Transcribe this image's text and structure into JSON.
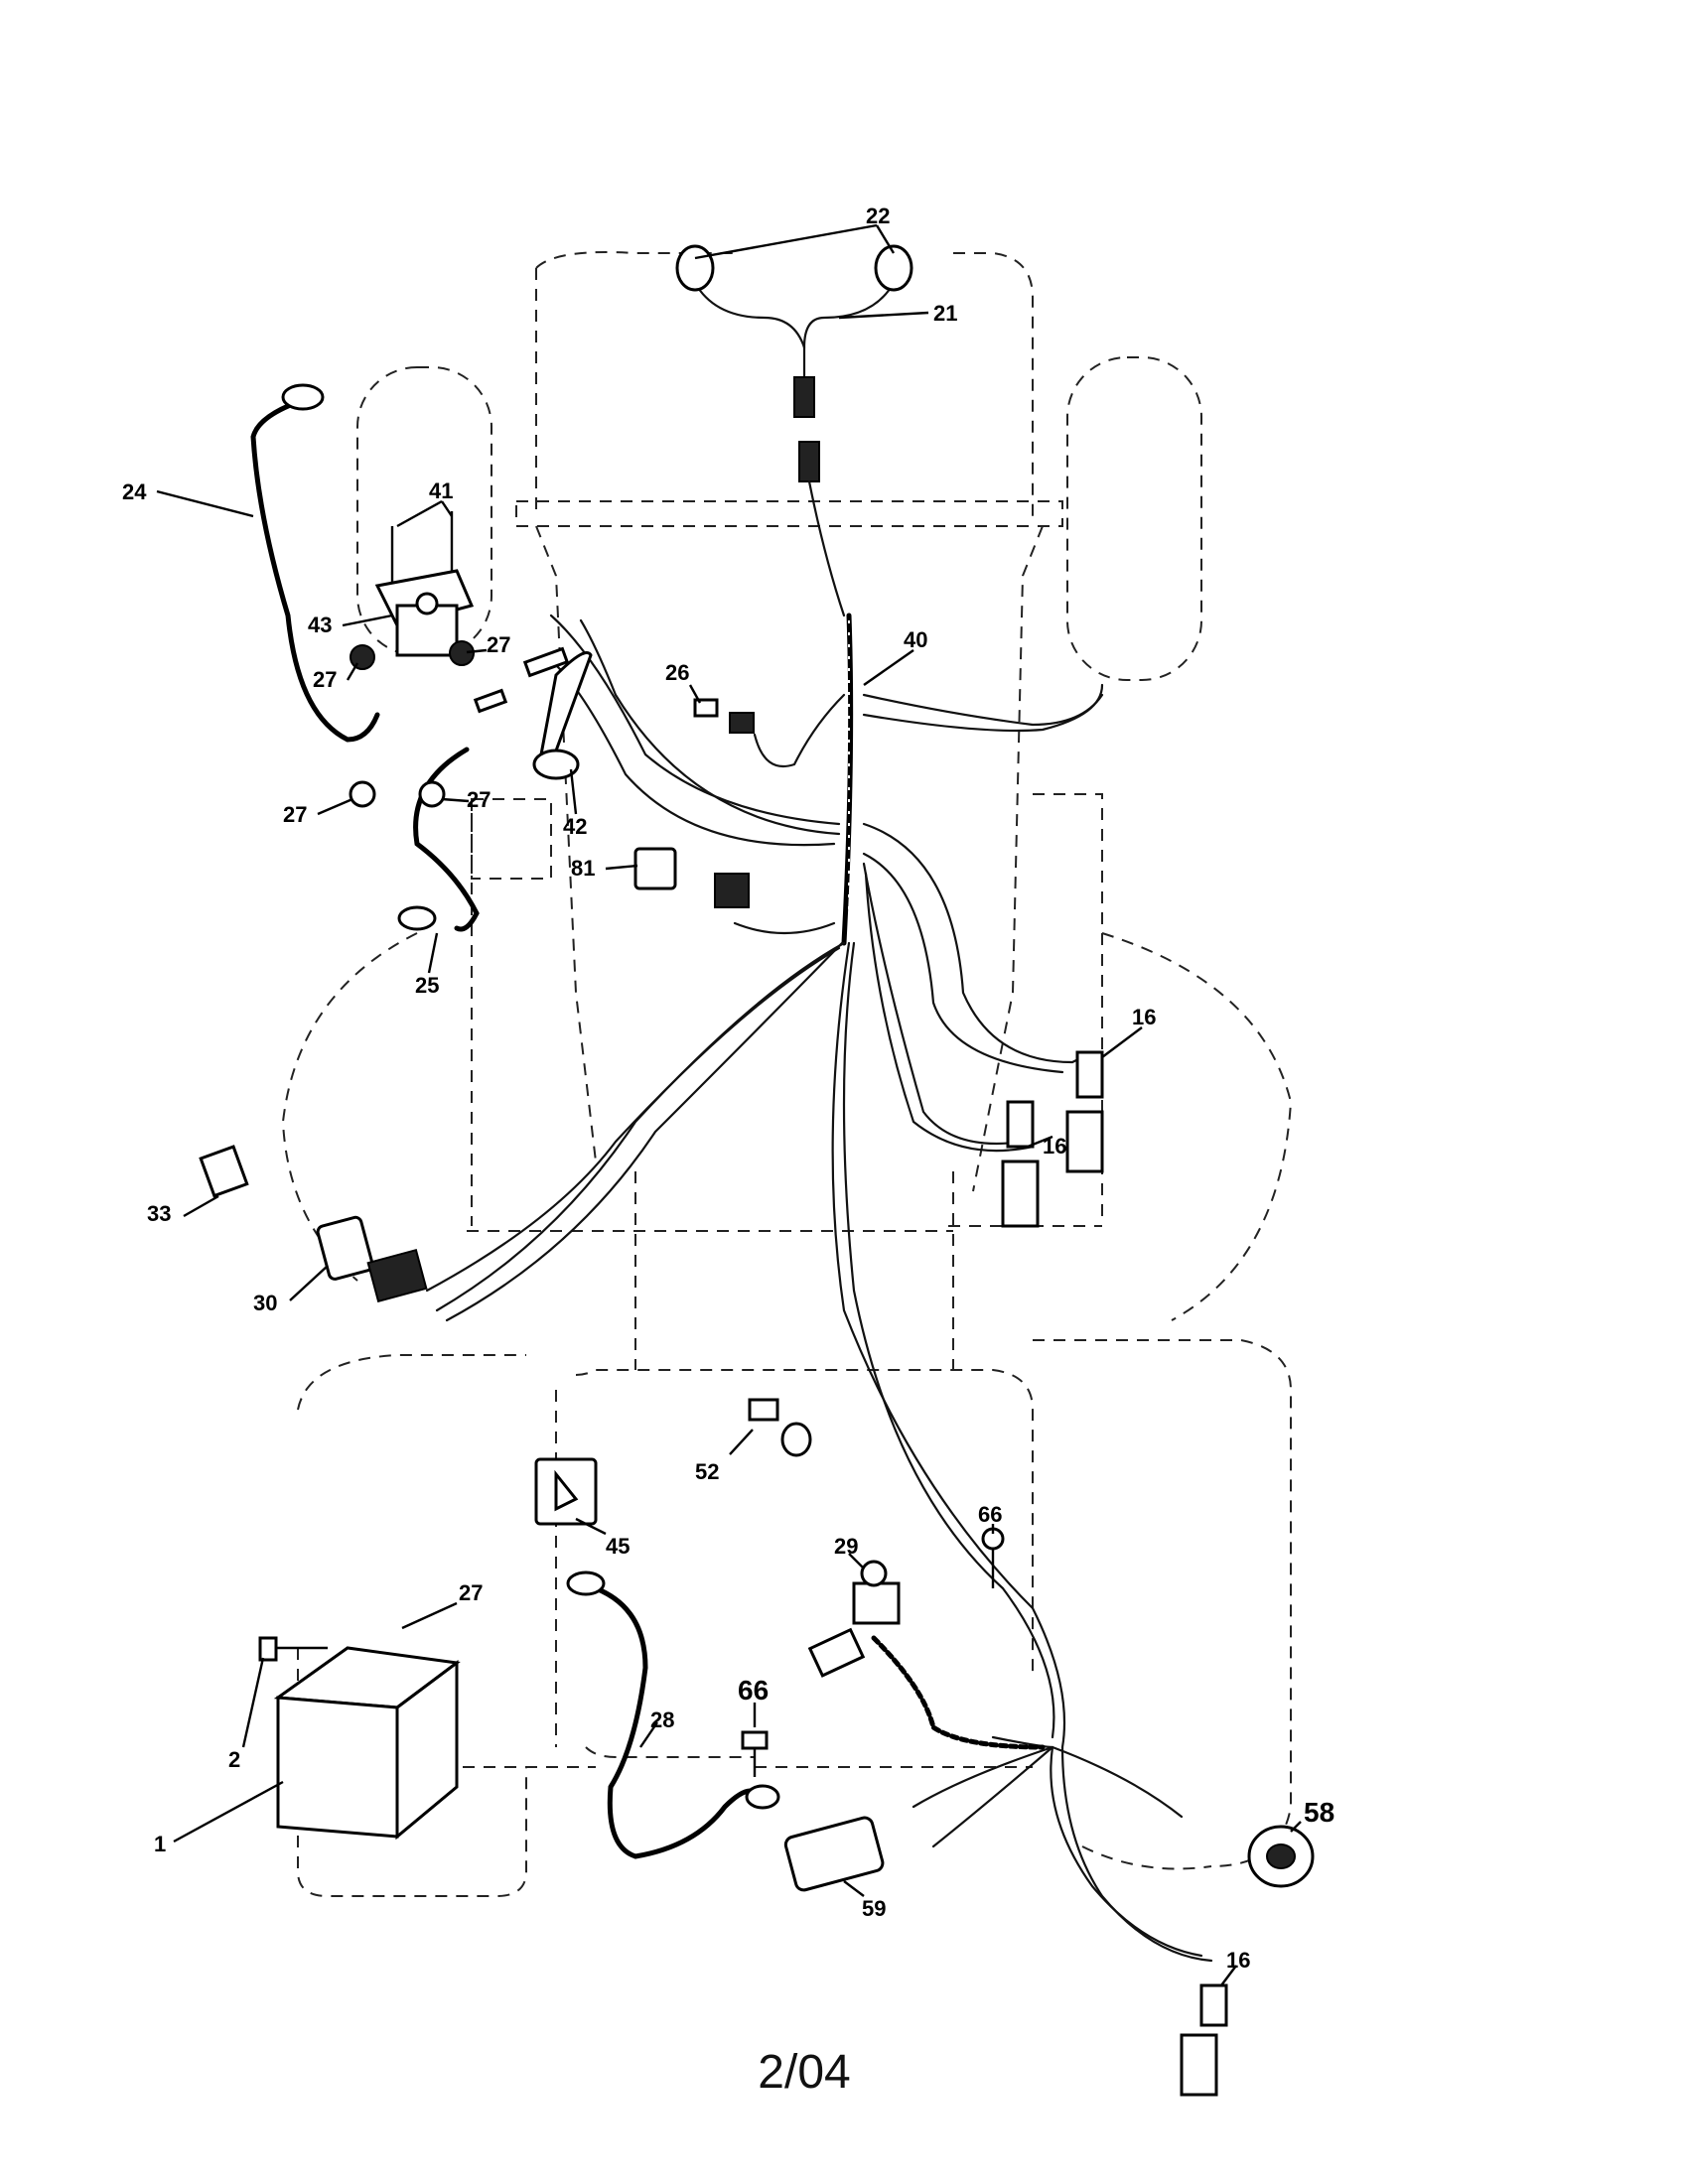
{
  "callouts": {
    "c1": "1",
    "c2": "2",
    "c16a": "16",
    "c16b": "16",
    "c16c": "16",
    "c21": "21",
    "c22": "22",
    "c24": "24",
    "c25": "25",
    "c26": "26",
    "c27a": "27",
    "c27b": "27",
    "c27c": "27",
    "c27d": "27",
    "c27e": "27",
    "c28": "28",
    "c29": "29",
    "c30": "30",
    "c33": "33",
    "c40": "40",
    "c41": "41",
    "c42": "42",
    "c43": "43",
    "c45": "45",
    "c52": "52",
    "c58": "58",
    "c59": "59",
    "c66a": "66",
    "c66b": "66",
    "c81": "81"
  },
  "footer": "2/04"
}
